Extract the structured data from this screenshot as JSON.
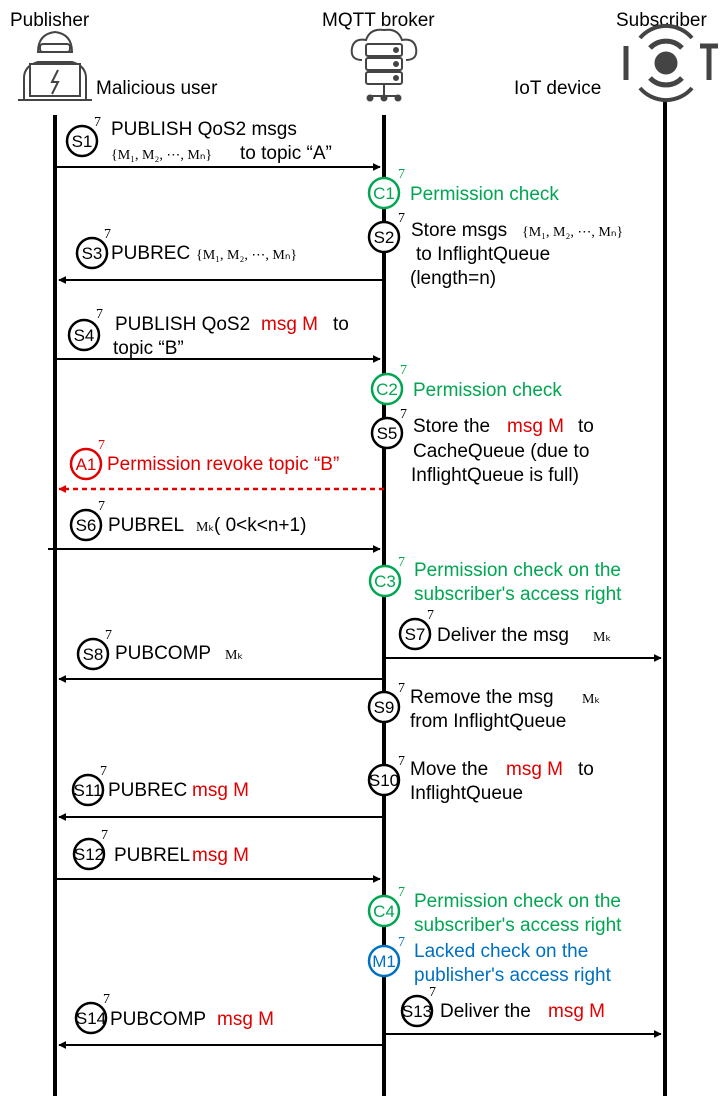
{
  "actors": {
    "publisher": {
      "title": "Publisher",
      "subtitle": "Malicious user"
    },
    "broker": {
      "title": "MQTT broker"
    },
    "subscriber": {
      "title": "Subscriber",
      "subtitle": "IoT device"
    }
  },
  "colors": {
    "red": "#e00000",
    "green": "#00a651",
    "blue": "#0070c0",
    "black": "#000000"
  },
  "icons": {
    "publisher": "hacker-laptop-icon",
    "broker": "cloud-server-icon",
    "subscriber": "iot-logo-icon"
  },
  "steps": {
    "s1": {
      "badge": "S1",
      "line1": "PUBLISH QoS2 msgs",
      "set": "{M₁, M₂, ⋯, Mₙ}",
      "to": "to topic “A”"
    },
    "c1": {
      "badge": "C1",
      "text": "Permission check"
    },
    "s2": {
      "badge": "S2",
      "pre": "Store msgs",
      "set": "{M₁, M₂, ⋯, Mₙ}",
      "line2": "to InflightQueue",
      "line3": "(length=n)"
    },
    "s3": {
      "badge": "S3",
      "pre": "PUBREC",
      "set": "{M₁, M₂, ⋯, Mₙ}"
    },
    "s4": {
      "badge": "S4",
      "pre": "PUBLISH QoS2",
      "msg": "msg M",
      "post": "to",
      "line2": "topic “B”"
    },
    "c2": {
      "badge": "C2",
      "text": "Permission check"
    },
    "s5": {
      "badge": "S5",
      "pre": "Store the",
      "msg": "msg M",
      "post": "to",
      "line2": "CacheQueue (due to",
      "line3": "InflightQueue is full)"
    },
    "a1": {
      "badge": "A1",
      "text": "Permission revoke topic “B”"
    },
    "s6": {
      "badge": "S6",
      "pre": "PUBREL",
      "mk": "Mₖ",
      "post": "( 0<k<n+1)"
    },
    "c3": {
      "badge": "C3",
      "line1": "Permission check on the",
      "line2": "subscriber's access right"
    },
    "s7": {
      "badge": "S7",
      "pre": "Deliver the msg",
      "mk": "Mₖ"
    },
    "s8": {
      "badge": "S8",
      "pre": "PUBCOMP",
      "mk": "Mₖ"
    },
    "s9": {
      "badge": "S9",
      "pre": "Remove the msg",
      "mk": "Mₖ",
      "line2": "from InflightQueue"
    },
    "s10": {
      "badge": "S10",
      "pre": "Move the",
      "msg": "msg M",
      "post": "to",
      "line2": "InflightQueue"
    },
    "s11": {
      "badge": "S11",
      "pre": "PUBREC",
      "msg": "msg M"
    },
    "s12": {
      "badge": "S12",
      "pre": "PUBREL",
      "msg": "msg M"
    },
    "c4": {
      "badge": "C4",
      "line1": "Permission check on the",
      "line2": "subscriber's access right"
    },
    "m1": {
      "badge": "M1",
      "line1": "Lacked check on the",
      "line2": "publisher's access right"
    },
    "s13": {
      "badge": "S13",
      "pre": "Deliver the",
      "msg": "msg M"
    },
    "s14": {
      "badge": "S14",
      "pre": "PUBCOMP",
      "msg": "msg M"
    }
  }
}
